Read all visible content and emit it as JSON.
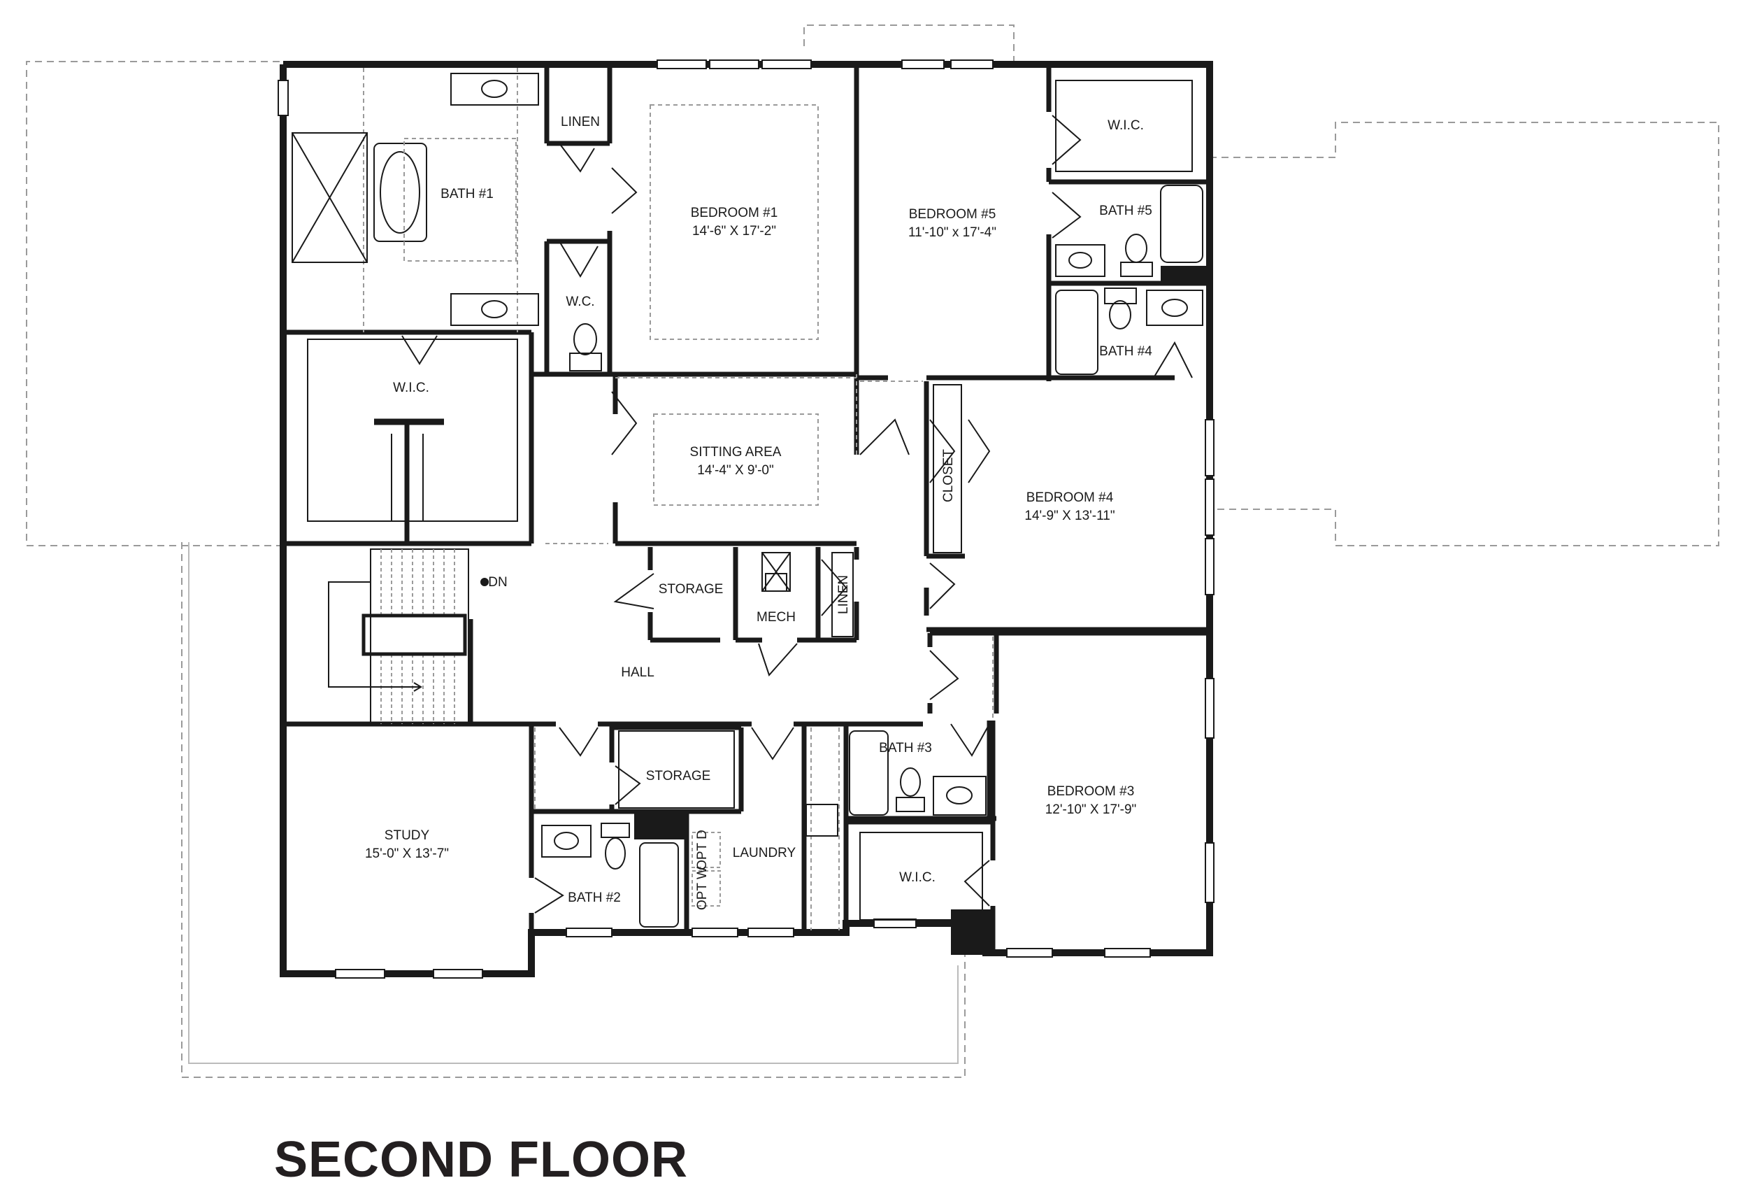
{
  "plan_title": "SECOND FLOOR",
  "rooms": {
    "bath1": "BATH #1",
    "linen_top": "LINEN",
    "wc": "W.C.",
    "bedroom1": {
      "name": "BEDROOM #1",
      "size": "14'-6\" X 17'-2\""
    },
    "bedroom5": {
      "name": "BEDROOM #5",
      "size": "11'-10\" x 17'-4\""
    },
    "wic_b5": "W.I.C.",
    "bath5": "BATH #5",
    "bath4": "BATH #4",
    "wic_master": "W.I.C.",
    "sitting": {
      "name": "SITTING AREA",
      "size": "14'-4\" X 9'-0\""
    },
    "closet": "CLOSET",
    "bedroom4": {
      "name": "BEDROOM #4",
      "size": "14'-9\" X 13'-11\""
    },
    "dn": "DN",
    "storage_hall": "STORAGE",
    "mech": "MECH",
    "linen_hall": "LINEN",
    "hall": "HALL",
    "storage_lower": "STORAGE",
    "bath3": "BATH #3",
    "bedroom3": {
      "name": "BEDROOM #3",
      "size": "12'-10\" X 17'-9\""
    },
    "study": {
      "name": "STUDY",
      "size": "15'-0\" X 13'-7\""
    },
    "laundry": "LAUNDRY",
    "opt_d": "OPT D",
    "opt_w": "OPT W",
    "bath2": "BATH #2",
    "wic_b3": "W.I.C."
  },
  "colors": {
    "wall": "#1a1a1a",
    "dashed": "#9a9a9a",
    "title": "#231f20"
  }
}
